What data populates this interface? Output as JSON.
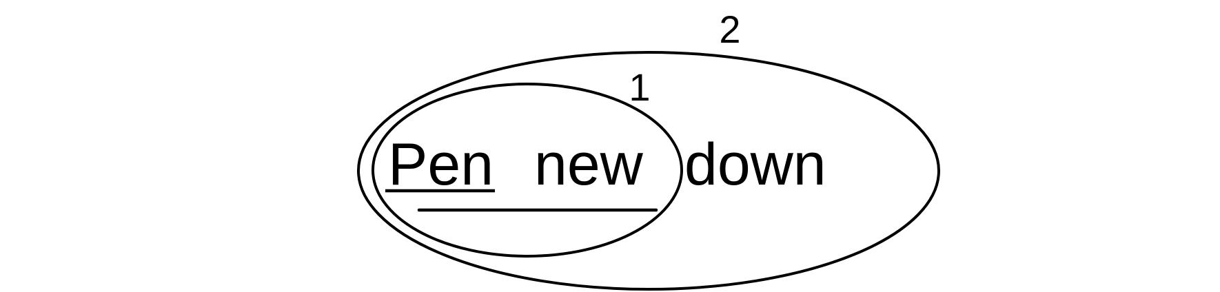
{
  "diagram": {
    "words": [
      "Pen",
      "new",
      "down"
    ],
    "sets": [
      {
        "label": "1",
        "members": [
          "Pen",
          "new"
        ]
      },
      {
        "label": "2",
        "members": [
          "Pen",
          "new",
          "down"
        ]
      }
    ],
    "underlines": [
      {
        "spans": [
          "Pen"
        ],
        "style": "thick"
      },
      {
        "spans": [
          "new"
        ],
        "style": "rounded"
      }
    ]
  }
}
